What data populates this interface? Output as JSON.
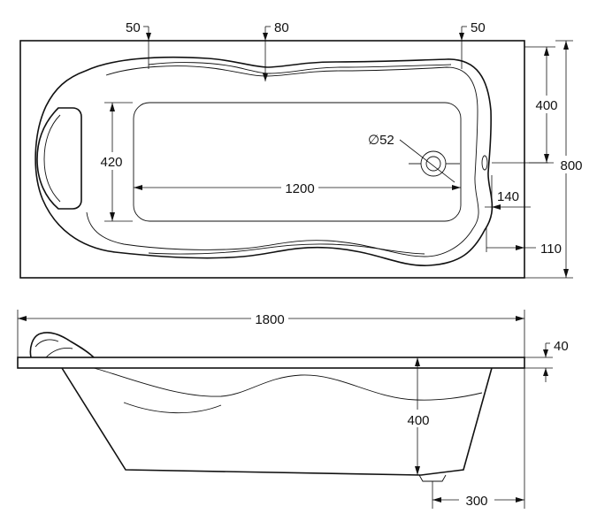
{
  "drawing": {
    "plan_view": {
      "width_total": "800",
      "half_width": "400",
      "inner_length": "1200",
      "inner_width": "420",
      "drain": "∅52",
      "top_offset_left": "50",
      "top_offset_mid": "80",
      "top_offset_right": "50",
      "end_offset": "140",
      "end_offset_bottom": "110"
    },
    "side_view": {
      "length_total": "1800",
      "rim_thickness": "40",
      "depth": "400",
      "drain_offset": "300"
    }
  }
}
